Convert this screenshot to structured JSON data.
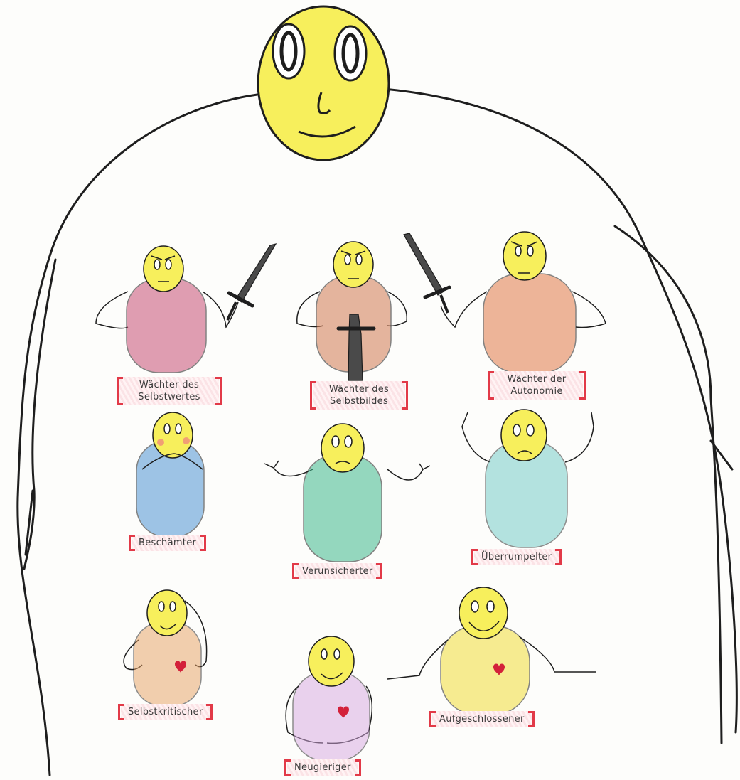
{
  "figures": [
    {
      "id": "waechter-selbstwert",
      "label": "Wächter des Selbstwertes",
      "color": "#c84f76"
    },
    {
      "id": "waechter-selbstbild",
      "label": "Wächter des Selbstbildes",
      "color": "#d07a52"
    },
    {
      "id": "waechter-autonomie",
      "label": "Wächter der Autonomie",
      "color": "#e07a48"
    },
    {
      "id": "beschaemter",
      "label": "Beschämter",
      "color": "#4f95d4"
    },
    {
      "id": "verunsicherter",
      "label": "Verunsicherter",
      "color": "#3fb98e"
    },
    {
      "id": "ueberrumpelter",
      "label": "Überrumpelter",
      "color": "#6cc9c4"
    },
    {
      "id": "selbstkritischer",
      "label": "Selbstkritischer",
      "color": "#e6a062"
    },
    {
      "id": "neugieriger",
      "label": "Neugieriger",
      "color": "#d6a7e0"
    },
    {
      "id": "aufgeschlossener",
      "label": "Aufgeschlossener",
      "color": "#f2dd3a"
    }
  ],
  "colors": {
    "face": "#f7ef5c",
    "outline": "#1e1e1e",
    "heart": "#d3213a",
    "sword": "#4a4a4a",
    "tag_border": "#e23a48"
  }
}
